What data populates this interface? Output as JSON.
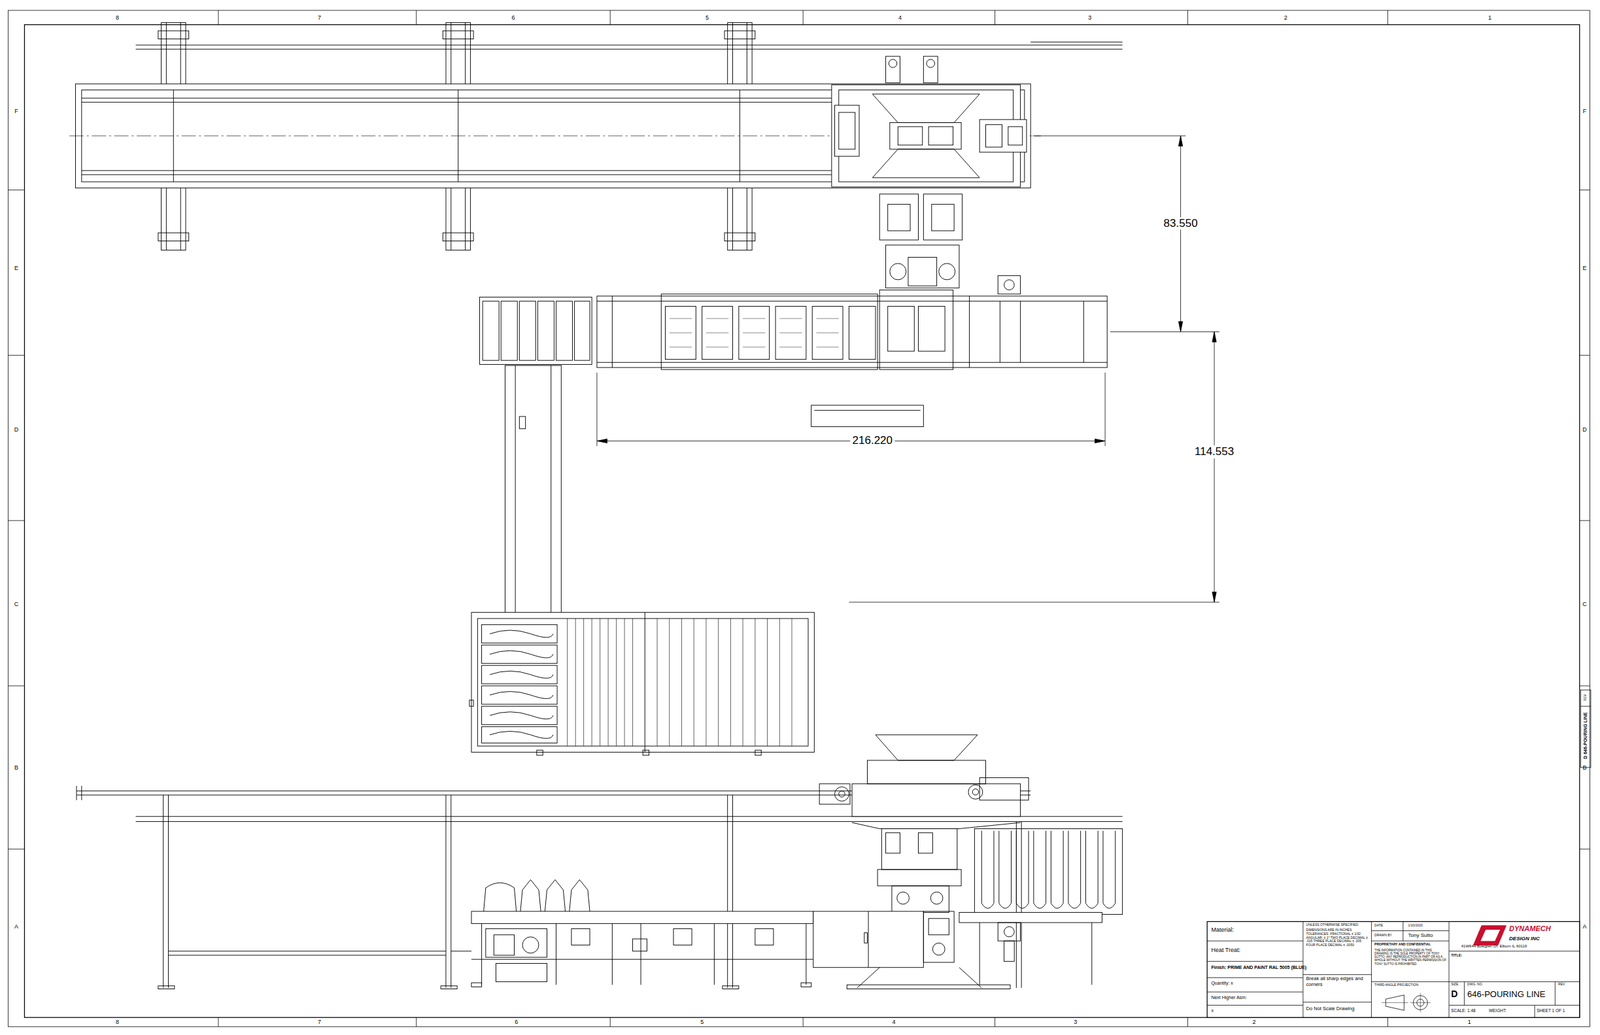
{
  "diagram": {
    "labels": [
      "8",
      "7",
      "6",
      "5",
      "4",
      "3",
      "2",
      "1",
      "8",
      "7",
      "6",
      "5",
      "4",
      "3",
      "2",
      "1",
      "F",
      "E",
      "D",
      "C",
      "B",
      "A",
      "F",
      "E",
      "D",
      "C",
      "B",
      "A",
      "83.550",
      "216.220",
      "114.553",
      "Material:",
      "Heat Treat:",
      "Finish:  PRIME AND PAINT RAL 5005 (BLUE)",
      "Quantity:  x",
      "Next Higher Asm:",
      "x",
      "UNLESS OTHERWISE SPECIFIED:",
      "DIMENSIONS ARE IN INCHES TOLERANCES: FRACTIONAL ± 1/32 ANGULAR: ± 1° TWO PLACE DECIMAL ± .015 THREE PLACE DECIMAL ± .005 FOUR PLACE DECIMAL ± .0050",
      "Break all sharp edges and corners",
      "Do Not Scale Drawing",
      "DATE",
      "1/10/2020",
      "DRAWN BY",
      "Tony Sutto",
      "PROPRIETARY AND CONFIDENTIAL",
      "THE INFORMATION CONTAINED IN THIS DRAWING IS THE SOLE PROPERTY OF TONY SUTTO. ANY REPRODUCTION IN PART OR AS A WHOLE WITHOUT THE WRITTEN PERMISSION OF TONY SUTTO IS PROHIBITED.",
      "DYNAMECH",
      "DESIGN INC",
      "41W644 Bowgren Dr. Elburn IL 60119",
      "TITLE:",
      "THIRD ANGLE PROJECTION",
      "SIZE",
      "DWG.  NO.",
      "D",
      "646-POURING LINE",
      "REV",
      "SCALE: 1:48",
      "WEIGHT:",
      "SHEET 1 OF 1",
      "D 646-POURING LINE",
      "REV"
    ]
  }
}
